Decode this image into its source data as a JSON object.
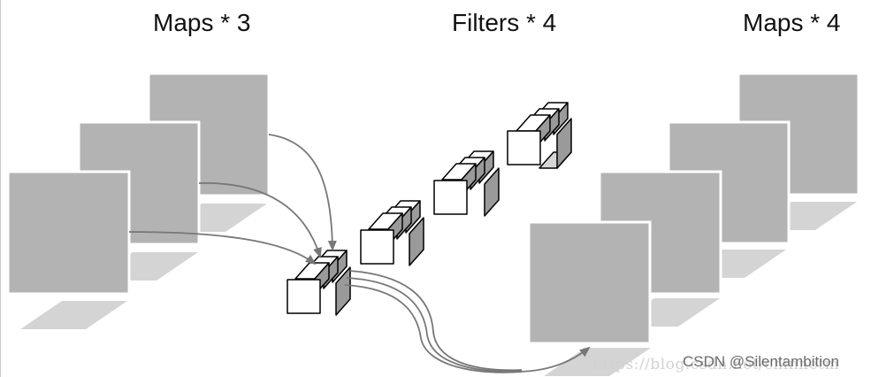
{
  "titles": {
    "left": "Maps * 3",
    "middle": "Filters * 4",
    "right": "Maps * 4"
  },
  "watermark": {
    "url": "https://blog.csdn.net/chinnetm",
    "csdn": "CSDN @Silentambition"
  },
  "colors": {
    "map_fill": "#b3b3b3",
    "map_border": "#ffffff",
    "shadow": "#d4d4d4",
    "arrow": "#777777",
    "cube_face": "#ffffff",
    "cube_side": "#9a9a9a",
    "cube_stroke": "#000000"
  }
}
